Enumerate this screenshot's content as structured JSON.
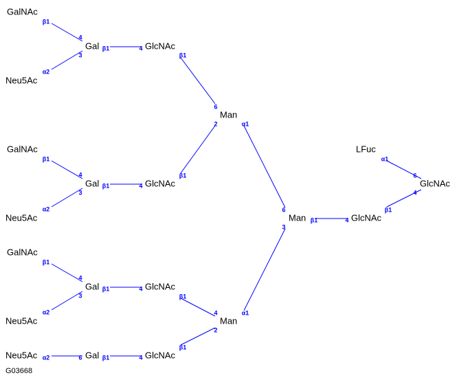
{
  "glycan_id": "G03668",
  "colors": {
    "bond": "#0000ff",
    "link": "#0000ff",
    "text": "#000000"
  },
  "residues": {
    "galnac_1": "GalNAc",
    "neu5ac_1": "Neu5Ac",
    "gal_1": "Gal",
    "glcnac_1": "GlcNAc",
    "man_upper": "Man",
    "galnac_2": "GalNAc",
    "neu5ac_2": "Neu5Ac",
    "gal_2": "Gal",
    "glcnac_2": "GlcNAc",
    "galnac_3": "GalNAc",
    "neu5ac_3": "Neu5Ac",
    "gal_3": "Gal",
    "glcnac_3": "GlcNAc",
    "man_lower": "Man",
    "neu5ac_4": "Neu5Ac",
    "gal_4": "Gal",
    "glcnac_4": "GlcNAc",
    "man_core": "Man",
    "glcnac_core1": "GlcNAc",
    "glcnac_core2": "GlcNAc",
    "lfuc": "LFuc"
  },
  "linkages": {
    "galnac1_anomer": "β1",
    "galnac1_pos": "4",
    "neu5ac1_anomer": "α2",
    "neu5ac1_pos": "3",
    "gal1_anomer": "β1",
    "gal1_pos": "4",
    "glcnac1_anomer": "β1",
    "glcnac1_pos": "6",
    "manup_pos": "2",
    "manup_anomer": "α1",
    "galnac2_anomer": "β1",
    "galnac2_pos": "4",
    "neu5ac2_anomer": "α2",
    "neu5ac2_pos": "3",
    "gal2_anomer": "β1",
    "gal2_pos": "4",
    "glcnac2_anomer": "β1",
    "galnac3_anomer": "β1",
    "galnac3_pos": "4",
    "neu5ac3_anomer": "α2",
    "neu5ac3_pos": "3",
    "gal3_anomer": "β1",
    "gal3_pos": "4",
    "glcnac3_anomer": "β1",
    "glcnac3_pos": "4",
    "manlo_anomer": "α1",
    "neu5ac4_anomer": "α2",
    "neu5ac4_pos": "6",
    "gal4_anomer": "β1",
    "gal4_pos": "4",
    "glcnac4_anomer": "β1",
    "glcnac4_pos": "2",
    "mancore_pos6": "6",
    "mancore_pos3": "3",
    "mancore_anomer": "β1",
    "mancore_pos": "4",
    "glcnaccore1_anomer": "β1",
    "glcnaccore1_pos": "4",
    "lfuc_anomer": "α1",
    "lfuc_pos": "6"
  }
}
